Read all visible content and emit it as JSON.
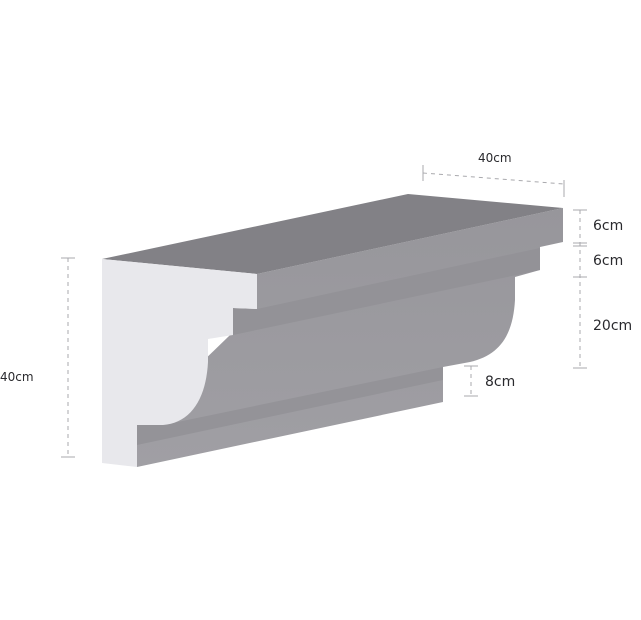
{
  "dimensions": {
    "depth": "40cm",
    "height": "40cm",
    "top_band": "6cm",
    "second_band": "6cm",
    "cove": "20cm",
    "bottom_step": "8cm"
  },
  "colors": {
    "top_face": "#828186",
    "front_faces": "#9c9ba0",
    "end_profile": "#e8e8ec",
    "dimension_lines": "#a9a9ad"
  }
}
